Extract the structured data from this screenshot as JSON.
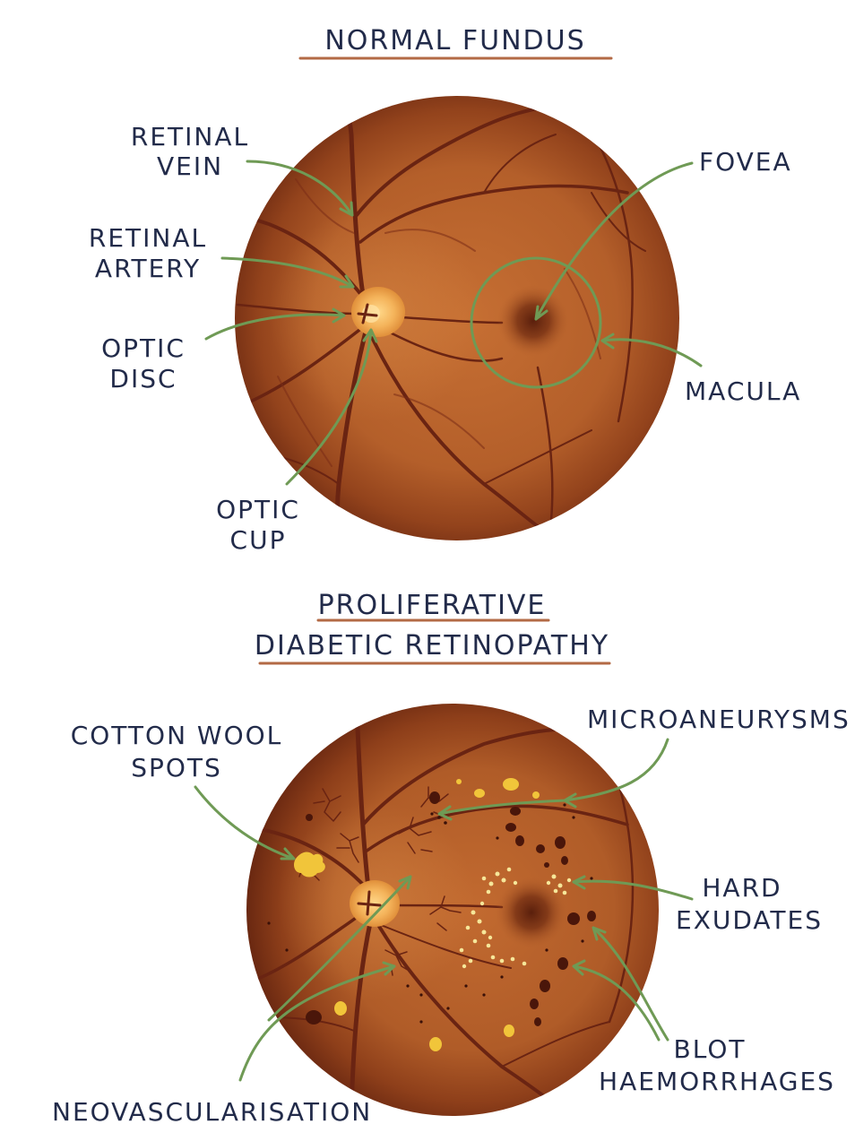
{
  "normal": {
    "title": "NORMAL FUNDUS",
    "labels": {
      "retinal_vein": [
        "RETINAL",
        "VEIN"
      ],
      "retinal_artery": [
        "RETINAL",
        "ARTERY"
      ],
      "optic_disc": [
        "OPTIC",
        "DISC"
      ],
      "optic_cup": [
        "OPTIC",
        "CUP"
      ],
      "fovea": "FOVEA",
      "macula": "MACULA"
    }
  },
  "proliferative": {
    "title": [
      "PROLIFERATIVE",
      "DIABETIC RETINOPATHY"
    ],
    "labels": {
      "cotton_wool_spots": [
        "COTTON WOOL",
        "SPOTS"
      ],
      "microaneurysms": "MICROANEURYSMS",
      "hard_exudates": [
        "HARD",
        "EXUDATES"
      ],
      "blot_haemorrhages": [
        "BLOT",
        "HAEMORRHAGES"
      ],
      "neovascularisation": "NEOVASCULARISATION"
    }
  },
  "colors": {
    "fundus_center": "#c0692e",
    "fundus_edge": "#6d2a12",
    "optic_disc": "#f4b35a",
    "vessel": "#6a2412",
    "arrow": "#6f9a55",
    "underline": "#b36a45",
    "exudate": "#f6e79a",
    "cotton_wool": "#f1c53a",
    "haemorrhage": "#4a160a"
  }
}
